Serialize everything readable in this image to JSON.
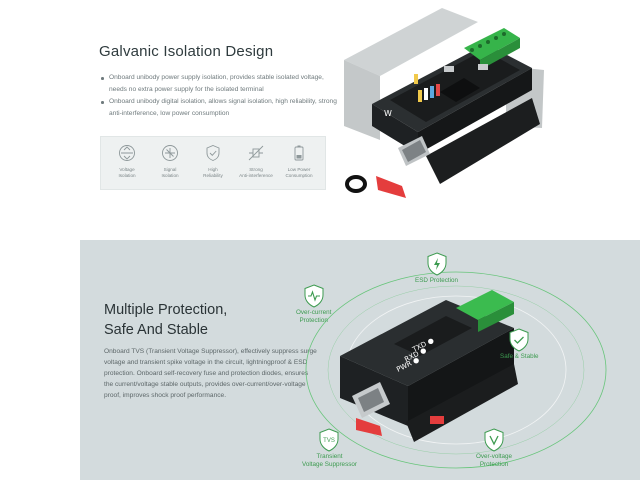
{
  "section1": {
    "title": "Galvanic Isolation Design",
    "bullets": [
      "Onboard unibody power supply isolation, provides stable isolated voltage, needs no extra power supply for the isolated terminal",
      "Onboard unibody digital isolation, allows signal isolation, high reliability, strong anti-interference, low power consumption"
    ],
    "features": [
      {
        "icon": "voltage-isolation-icon",
        "label": "Voltage\nIsolation"
      },
      {
        "icon": "signal-isolation-icon",
        "label": "Signal\nIsolation"
      },
      {
        "icon": "shield-check-icon",
        "label": "High\nReliability"
      },
      {
        "icon": "anti-interference-icon",
        "label": "Strong\nAnti-interference"
      },
      {
        "icon": "battery-icon",
        "label": "Low Power\nConsumption"
      }
    ]
  },
  "section2": {
    "title_line1": "Multiple Protection,",
    "title_line2": "Safe And Stable",
    "body": "Onboard TVS (Transient Voltage Suppressor), effectively suppress surge voltage and transient spike voltage in the circuit, lightningproof & ESD protection. Onboard self-recovery fuse and protection diodes, ensures the current/voltage stable outputs, provides over-current/over-voltage proof, improves shock proof performance.",
    "callouts": {
      "esd": "ESD Protection",
      "overcurrent": "Over-current\nProtection",
      "safe": "Safe & Stable",
      "tvs_icon_text": "TVS",
      "tvs": "Transient\nVoltage Suppressor",
      "overvoltage": "Over-voltage\nProtection"
    }
  },
  "colors": {
    "accent_green": "#3d9b50",
    "panel_gray": "#d3dbdd",
    "feature_bg": "#eef1f1"
  }
}
